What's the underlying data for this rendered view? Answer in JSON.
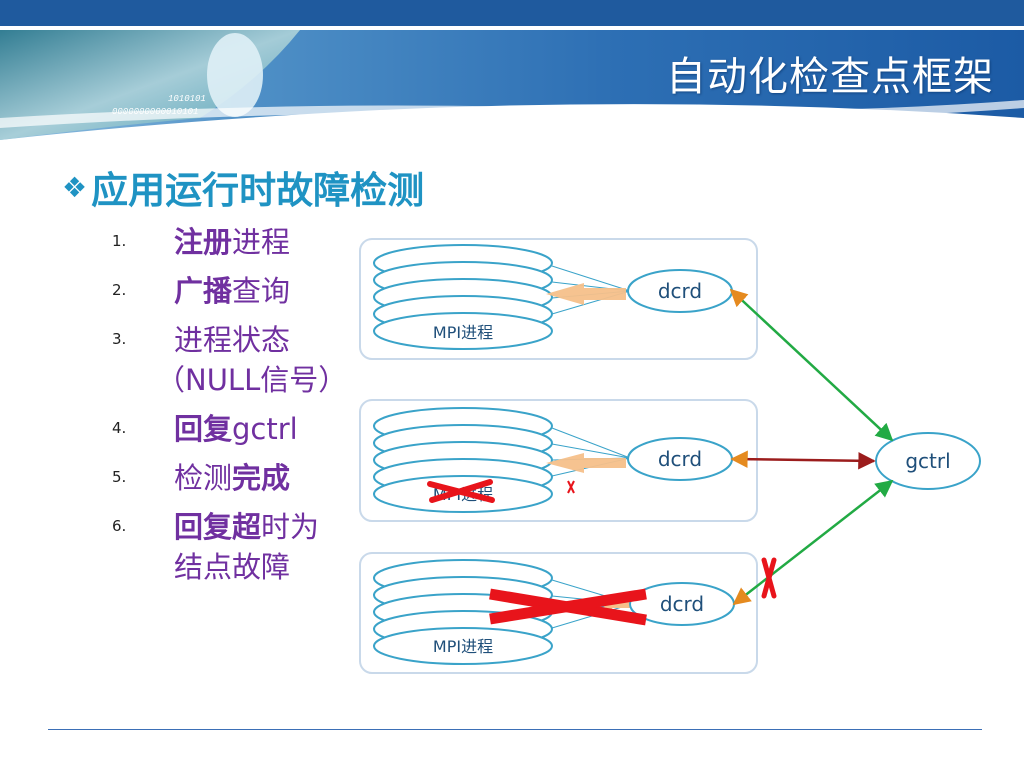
{
  "slide": {
    "title": "自动化检查点框架"
  },
  "section": {
    "bullet": "❖",
    "heading": "应用运行时故障检测"
  },
  "steps": [
    {
      "num": "1.",
      "bold": "注册",
      "rest": "进程"
    },
    {
      "num": "2.",
      "bold": "广播",
      "rest": "查询"
    },
    {
      "num": "3.",
      "line1": "进程状态",
      "line2": "（NULL信号）"
    },
    {
      "num": "4.",
      "bold": "回复",
      "rest": "gctrl"
    },
    {
      "num": "5.",
      "rest": "检测",
      "bold": "完成"
    },
    {
      "num": "6.",
      "bold": "回复超",
      "rest": "时为",
      "line2": "结点故障"
    }
  ],
  "diagram": {
    "nodes": [
      {
        "process_label": "MPI进程",
        "daemon_label": "dcrd"
      },
      {
        "process_label": "MPI进程",
        "daemon_label": "dcrd"
      },
      {
        "process_label": "MPI进程",
        "daemon_label": "dcrd"
      }
    ],
    "controller": {
      "label": "gctrl"
    }
  },
  "header": {
    "binary_text": [
      "1010101",
      "0000000000010101"
    ]
  },
  "colors": {
    "accent": "#1f93c3",
    "step_text": "#7030a0",
    "box_border": "#c9d9ea",
    "ellipse_stroke": "#3aa3c9",
    "green_arrow": "#22aa44",
    "dark_red_arrow": "#9b1c1c",
    "failure_red": "#e8141b",
    "orange_arrow": "#f6c08a"
  }
}
